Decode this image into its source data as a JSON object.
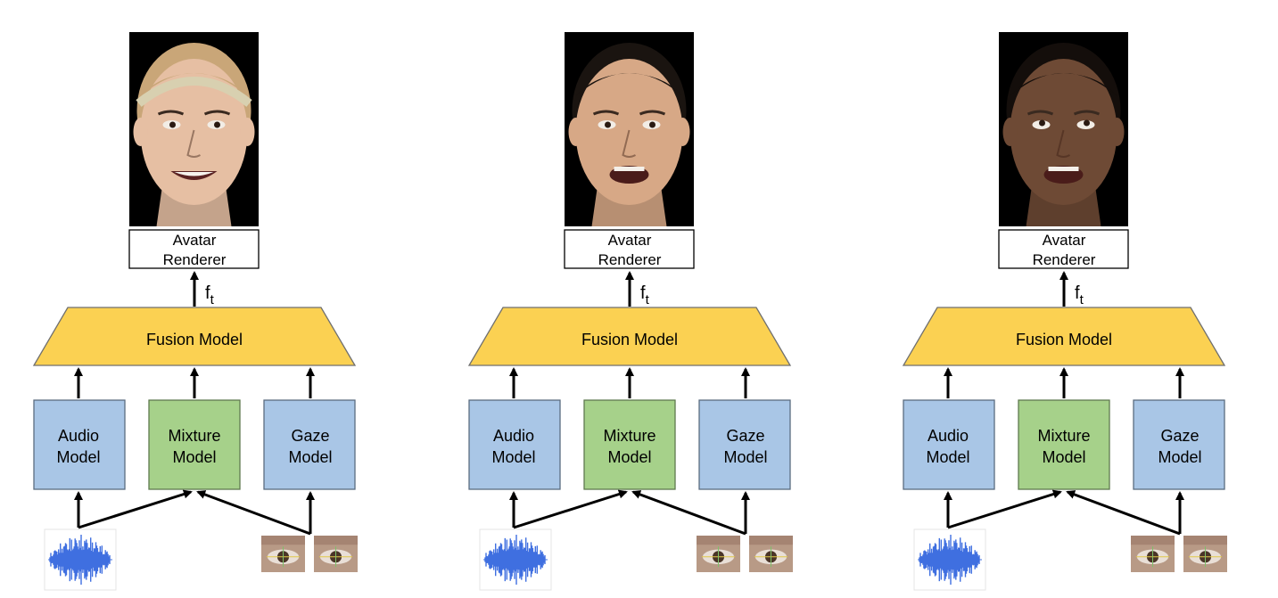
{
  "panels": [
    {
      "renderer_label": [
        "Avatar",
        "Renderer"
      ],
      "feature_label": {
        "base": "f",
        "subscript": "t"
      },
      "fusion_label": "Fusion Model",
      "models": [
        {
          "label": [
            "Audio",
            "Model"
          ],
          "kind": "blue"
        },
        {
          "label": [
            "Mixture",
            "Model"
          ],
          "kind": "green"
        },
        {
          "label": [
            "Gaze",
            "Model"
          ],
          "kind": "blue"
        }
      ],
      "face": {
        "skin": "#e6bfa3",
        "hair": "#c9a678",
        "headband": true,
        "mouth_open": false
      }
    },
    {
      "renderer_label": [
        "Avatar",
        "Renderer"
      ],
      "feature_label": {
        "base": "f",
        "subscript": "t"
      },
      "fusion_label": "Fusion Model",
      "models": [
        {
          "label": [
            "Audio",
            "Model"
          ],
          "kind": "blue"
        },
        {
          "label": [
            "Mixture",
            "Model"
          ],
          "kind": "green"
        },
        {
          "label": [
            "Gaze",
            "Model"
          ],
          "kind": "blue"
        }
      ],
      "face": {
        "skin": "#d7a886",
        "hair": "#1a1410",
        "headband": false,
        "mouth_open": true
      }
    },
    {
      "renderer_label": [
        "Avatar",
        "Renderer"
      ],
      "feature_label": {
        "base": "f",
        "subscript": "t"
      },
      "fusion_label": "Fusion Model",
      "models": [
        {
          "label": [
            "Audio",
            "Model"
          ],
          "kind": "blue"
        },
        {
          "label": [
            "Mixture",
            "Model"
          ],
          "kind": "green"
        },
        {
          "label": [
            "Gaze",
            "Model"
          ],
          "kind": "blue"
        }
      ],
      "face": {
        "skin": "#6e4a35",
        "hair": "#140e0b",
        "headband": false,
        "mouth_open": true
      }
    }
  ],
  "colors": {
    "blue_fill": "#a9c6e6",
    "blue_stroke": "#5a6c80",
    "green_fill": "#a6d18a",
    "green_stroke": "#5f7a4f",
    "fusion_fill": "#fbd152",
    "fusion_stroke": "#6f6f6f",
    "waveform": "#3f6fe0"
  }
}
